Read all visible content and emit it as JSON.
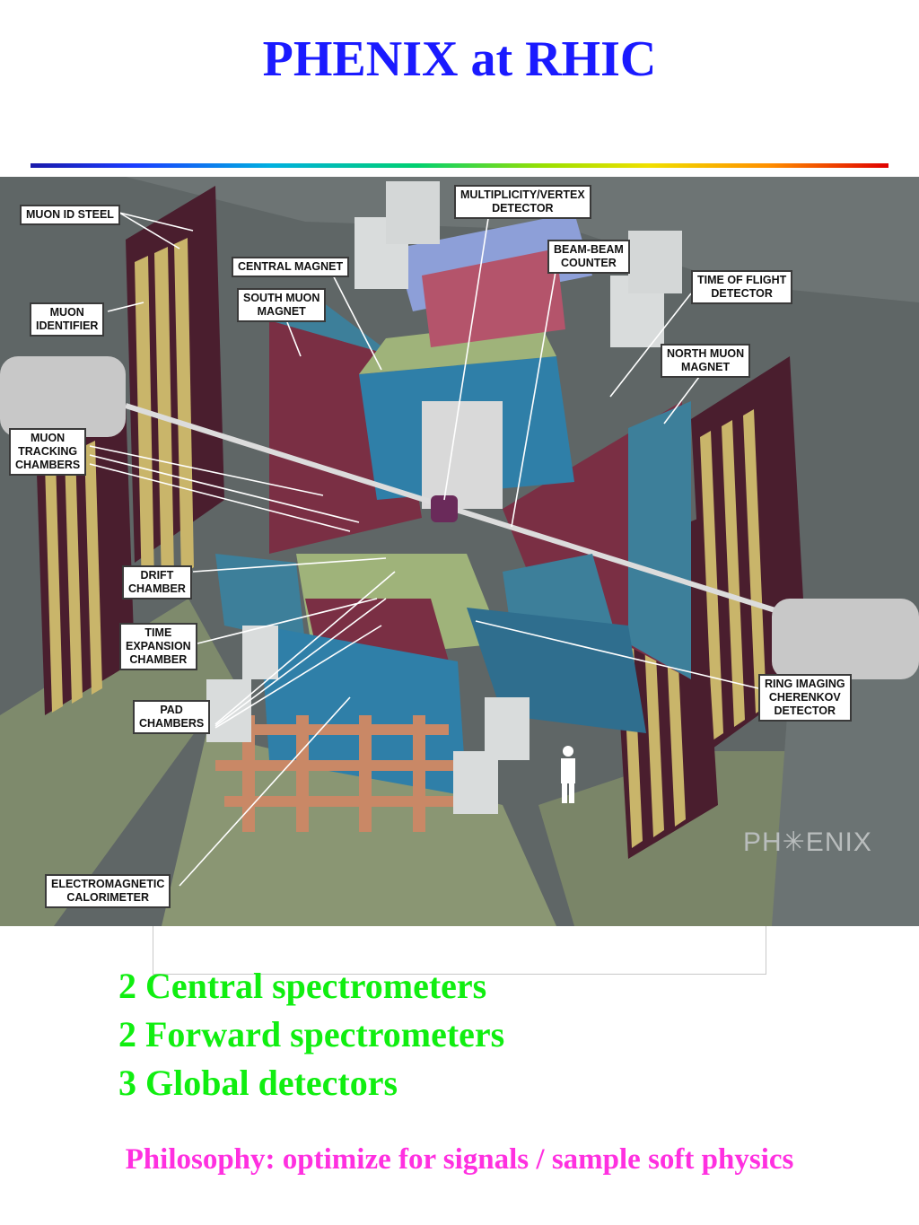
{
  "title": "PHENIX at RHIC",
  "colors": {
    "title": "#1a1aff",
    "bullets": "#10ee10",
    "philosophy": "#ff30e0"
  },
  "figure": {
    "labels": {
      "muon_id_steel": "MUON ID STEEL",
      "central_magnet": "CENTRAL MAGNET",
      "multiplicity_vertex": "MULTIPLICITY/VERTEX\nDETECTOR",
      "beam_beam_counter": "BEAM-BEAM\nCOUNTER",
      "time_of_flight": "TIME OF FLIGHT\nDETECTOR",
      "south_muon_magnet": "SOUTH MUON\nMAGNET",
      "muon_identifier": "MUON\nIDENTIFIER",
      "north_muon_magnet": "NORTH MUON\nMAGNET",
      "muon_tracking": "MUON\nTRACKING\nCHAMBERS",
      "drift_chamber": "DRIFT\nCHAMBER",
      "time_expansion": "TIME\nEXPANSION\nCHAMBER",
      "pad_chambers": "PAD\nCHAMBERS",
      "ring_imaging": "RING IMAGING\nCHERENKOV\nDETECTOR",
      "em_calorimeter": "ELECTROMAGNETIC\nCALORIMETER"
    },
    "watermark": "PH✳ENIX"
  },
  "bullets": [
    "2 Central spectrometers",
    "2 Forward spectrometers",
    "3 Global detectors"
  ],
  "philosophy": "Philosophy: optimize for signals / sample soft physics"
}
